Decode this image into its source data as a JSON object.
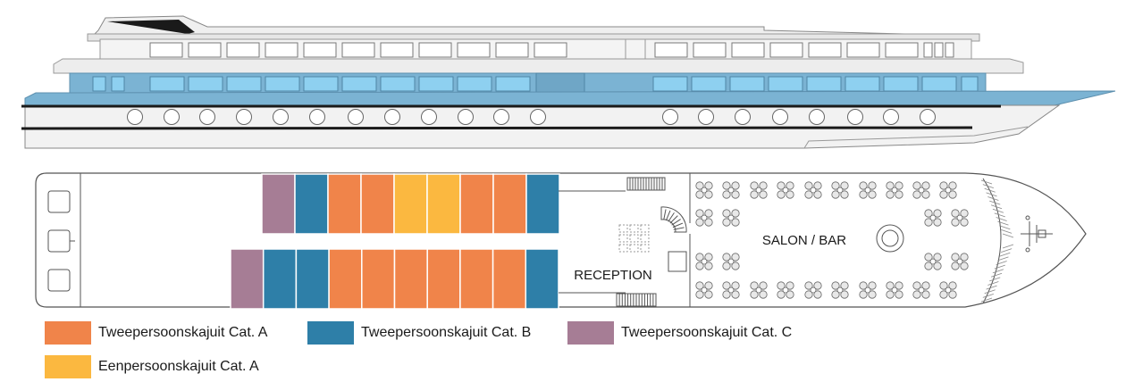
{
  "deck": {
    "reception_label": "RECEPTION",
    "salon_label": "SALON / BAR"
  },
  "colors": {
    "cat_a_double": "#f0844a",
    "cat_b_double": "#2e7fa8",
    "cat_c_double": "#a67d95",
    "cat_a_single": "#fbb840",
    "hull_blue": "#7bb3d3",
    "window_blue": "#8ed0f0",
    "outline": "#555555"
  },
  "cabins": {
    "top_row": [
      "cat_c_double",
      "cat_b_double",
      "cat_a_double",
      "cat_a_double",
      "cat_a_single",
      "cat_a_single",
      "cat_a_double",
      "cat_a_double",
      "cat_b_double"
    ],
    "bottom_row": [
      "cat_c_double",
      "cat_b_double",
      "cat_b_double",
      "cat_a_double",
      "cat_a_double",
      "cat_a_double",
      "cat_a_double",
      "cat_a_double",
      "cat_a_double",
      "cat_b_double"
    ]
  },
  "legend": [
    {
      "label": "Tweepersoonskajuit Cat. A",
      "color": "#f0844a"
    },
    {
      "label": "Tweepersoonskajuit Cat. B",
      "color": "#2e7fa8"
    },
    {
      "label": "Tweepersoonskajuit Cat. C",
      "color": "#a67d95"
    },
    {
      "label": "Eenpersoonskajuit Cat. A",
      "color": "#fbb840"
    }
  ]
}
